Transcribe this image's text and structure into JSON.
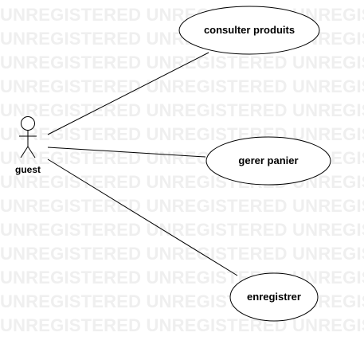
{
  "watermark": {
    "text": "UNREGISTERED UNREGISTERED UNREGISTERED"
  },
  "diagram": {
    "actor": {
      "name": "guest"
    },
    "use_cases": [
      {
        "id": "uc1",
        "label": "consulter produits"
      },
      {
        "id": "uc2",
        "label": "gerer panier"
      },
      {
        "id": "uc3",
        "label": "enregistrer"
      }
    ],
    "associations": [
      {
        "from": "guest",
        "to": "uc1"
      },
      {
        "from": "guest",
        "to": "uc2"
      },
      {
        "from": "guest",
        "to": "uc3"
      }
    ]
  }
}
